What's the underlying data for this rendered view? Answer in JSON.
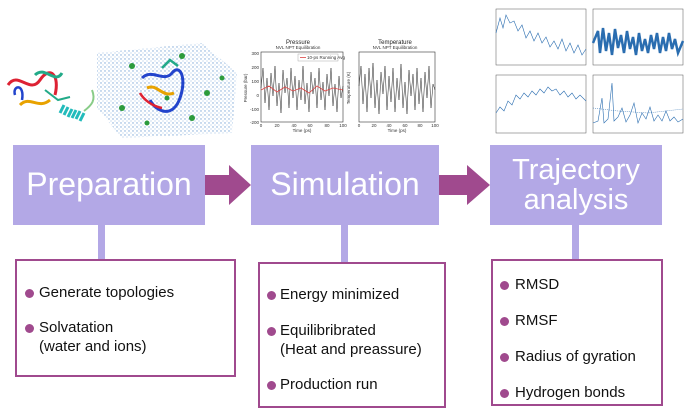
{
  "colors": {
    "stage_fill": "#b3a8e6",
    "arrow": "#a04a8e",
    "bullet": "#a04a8e",
    "list_border": "#a04a8e"
  },
  "stages": [
    {
      "title_lines": [
        "Preparation"
      ]
    },
    {
      "title_lines": [
        "Simulation"
      ]
    },
    {
      "title_lines": [
        "Trajectory",
        "analysis"
      ]
    }
  ],
  "lists": [
    {
      "items": [
        [
          "Generate topologies"
        ],
        [
          "Solvatation",
          "(water and ions)"
        ]
      ]
    },
    {
      "items": [
        [
          "Energy minimized"
        ],
        [
          "Equilibribrated",
          "(Heat and preassure)"
        ],
        [
          "Production run"
        ]
      ]
    },
    {
      "items": [
        [
          "RMSD"
        ],
        [
          "RMSF"
        ],
        [
          "Radius of gyration"
        ],
        [
          "Hydrogen bonds"
        ]
      ]
    }
  ],
  "plots": {
    "pressure": {
      "title": "Pressure",
      "subtitle": "NVL NPT Equilibration",
      "legend": "10-ps Running Avg",
      "xlabel": "Time (ps)",
      "ylabel": "Pressure (bar)",
      "yticks": [
        "300",
        "200",
        "100",
        "0",
        "-100",
        "-200"
      ],
      "xticks": [
        "0",
        "20",
        "40",
        "60",
        "80",
        "100"
      ]
    },
    "temperature": {
      "title": "Temperature",
      "subtitle": "NVL NPT Equilibration",
      "xlabel": "Time (ps)",
      "ylabel": "Temperature (K)",
      "xticks": [
        "0",
        "20",
        "40",
        "60",
        "80",
        "100"
      ]
    }
  }
}
